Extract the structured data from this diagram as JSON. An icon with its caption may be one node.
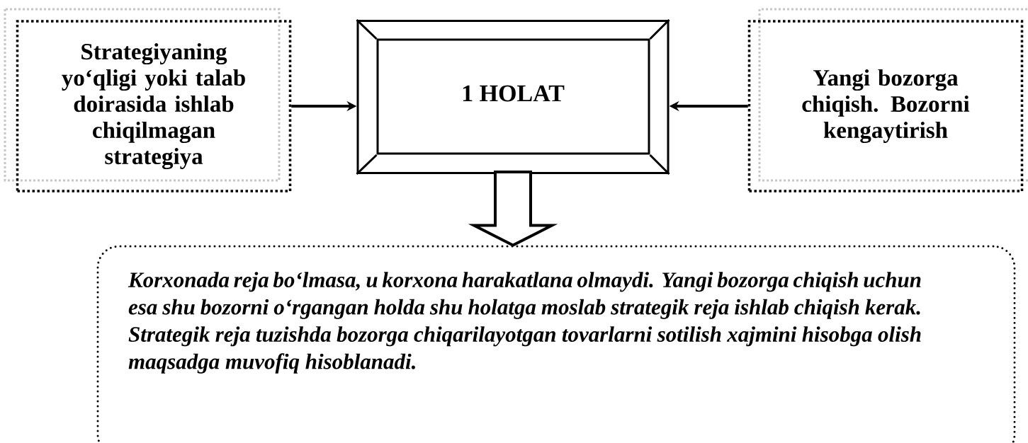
{
  "diagram": {
    "nodes": [
      {
        "text": [
          "Strategiyaning yo‘qligi yoki talab doirasida ishlab chiqilmagan strategiya"
        ]
      },
      {
        "text": [
          "1 HOLAT"
        ]
      },
      {
        "text": [
          "Yangi bozorga chiqish. Bozorni kengaytirish"
        ]
      },
      {
        "text": [
          "Korxonada reja bo‘lmasa, u korxona harakatlana olmaydi. Yangi bozorga chiqish uchun esa shu bozorni o‘rgangan holda shu holatga moslab strategik reja ishlab chiqish kerak. Strategik reja tuzishda bozorga chiqarilayotgan tovarlarni sotilish xajmini hisobga olish maqsadga muvofiq hisoblanadi."
        ]
      }
    ],
    "edges": [
      {
        "from": 0,
        "to": 1,
        "arrow": "to"
      },
      {
        "from": 2,
        "to": 1,
        "arrow": "to"
      },
      {
        "from": 1,
        "to": 3,
        "arrow": "to",
        "style": "thick"
      }
    ]
  }
}
